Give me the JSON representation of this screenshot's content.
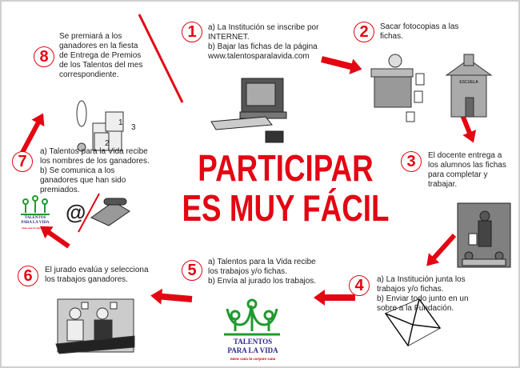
{
  "title": {
    "line1": "PARTICIPAR",
    "line2": "ES MUY FÁCIL"
  },
  "colors": {
    "accent": "#e30613",
    "logo_green": "#1f9a2e",
    "logo_blue": "#2a2a8c"
  },
  "steps": [
    {
      "number": "1",
      "lines": [
        "a) La Institución se inscribe por",
        "INTERNET.",
        "b) Bajar las fichas de la página",
        "www.talentosparalavida.com"
      ],
      "icon": "computer-icon"
    },
    {
      "number": "2",
      "lines": [
        "Sacar fotocopias a las",
        "fichas."
      ],
      "icon": "photocopier-school-icon"
    },
    {
      "number": "3",
      "lines": [
        "El docente entrega a",
        "los alumnos las fichas",
        "para completar y",
        "trabajar."
      ],
      "icon": "teacher-icon"
    },
    {
      "number": "4",
      "lines": [
        "a) La Institución junta los",
        "trabajos y/o fichas.",
        "b) Enviar todo junto en un",
        "sobre a la Fundación."
      ],
      "icon": "envelope-icon"
    },
    {
      "number": "5",
      "lines": [
        "a) Talentos para la Vida recibe",
        "los trabajos y/o fichas.",
        "b) Envía al jurado los trabajos."
      ],
      "icon": "talentos-logo"
    },
    {
      "number": "6",
      "lines": [
        "El jurado evalúa y selecciona",
        "los trabajos ganadores."
      ],
      "icon": "jury-icon"
    },
    {
      "number": "7",
      "lines": [
        "a) Talentos para la Vida recibe",
        "los nombres de los ganadores.",
        "b) Se comunica a los",
        "ganadores que han sido",
        "premiados."
      ],
      "icon": "email-phone-icon"
    },
    {
      "number": "8",
      "lines": [
        "Se premiará a los",
        "ganadores en la fiesta",
        "de Entrega de Premios",
        "de los Talentos del mes",
        "correspondiente."
      ],
      "icon": "podium-medal-icon"
    }
  ],
  "logo": {
    "line1": "TALENTOS",
    "line2": "PARA LA VIDA",
    "slogan": "mens sana in corpore sano"
  },
  "illustrations": {
    "school_sign": "ESCUELA",
    "podium": [
      "1",
      "2",
      "3"
    ],
    "at_sign": "@"
  }
}
